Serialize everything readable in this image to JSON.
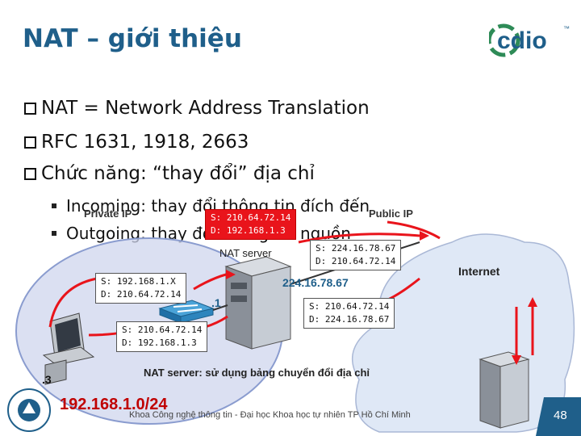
{
  "slide": {
    "title": "NAT – giới thiệu",
    "logo_text": "cdio",
    "bullets": [
      "NAT = Network Address Translation",
      "RFC 1631, 1918, 2663",
      "Chức năng: “thay đổi” địa chỉ"
    ],
    "sub_bullets": [
      "Incoming: thay đổi thông tin đích đến",
      "Outgoing: thay đổi thông tin nguồn"
    ]
  },
  "diagram": {
    "private_ip_label": "Private IP",
    "public_ip_label": "Public IP",
    "internet_label": "Internet",
    "nat_server_label": "NAT server",
    "nat_inner_suffix": ".1",
    "nat_outer_ip": "224.16.78.67",
    "client_suffix": ".3",
    "network_label": "192.168.1.0/24",
    "caption": "NAT server: sử dụng bảng chuyển đổi địa chỉ",
    "packets": {
      "p1": {
        "src": "S: 210.64.72.14",
        "dst": "D: 192.168.1.3"
      },
      "p2": {
        "src": "S: 224.16.78.67",
        "dst": "D: 210.64.72.14"
      },
      "p3": {
        "src": "S: 192.168.1.X",
        "dst": "D: 210.64.72.14"
      },
      "p4": {
        "src": "S: 210.64.72.14",
        "dst": "D: 224.16.78.67"
      },
      "p5": {
        "src": "S: 210.64.72.14",
        "dst": "D: 192.168.1.3"
      }
    }
  },
  "footer": {
    "text": "Khoa Công nghệ thông tin - Đại học Khoa học tự nhiên TP Hồ Chí Minh",
    "page_number": "48"
  },
  "colors": {
    "title": "#1f5f8a",
    "accent_red": "#e9141b",
    "private_net": "#cfd6ee",
    "internet_cloud": "#dfe8f6"
  }
}
